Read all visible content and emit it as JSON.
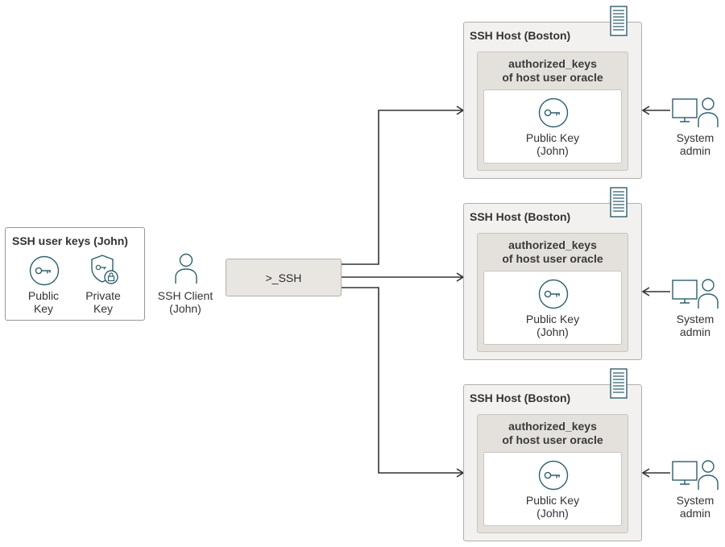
{
  "user_keys": {
    "title": "SSH user keys (John)",
    "public_key": [
      "Public",
      "Key"
    ],
    "private_key": [
      "Private",
      "Key"
    ]
  },
  "client": {
    "label": [
      "SSH Client",
      "(John)"
    ]
  },
  "ssh_command": {
    "label": ">_SSH"
  },
  "hosts": [
    {
      "title": "SSH Host (Boston)",
      "authorized_keys": [
        "authorized_keys",
        "of host user oracle"
      ],
      "public_key": [
        "Public Key",
        "(John)"
      ],
      "admin": [
        "System",
        "admin"
      ]
    },
    {
      "title": "SSH Host (Boston)",
      "authorized_keys": [
        "authorized_keys",
        "of host user oracle"
      ],
      "public_key": [
        "Public Key",
        "(John)"
      ],
      "admin": [
        "System",
        "admin"
      ]
    },
    {
      "title": "SSH Host (Boston)",
      "authorized_keys": [
        "authorized_keys",
        "of host user oracle"
      ],
      "public_key": [
        "Public Key",
        "(John)"
      ],
      "admin": [
        "System",
        "admin"
      ]
    }
  ],
  "colors": {
    "icon": "#2f5f6e",
    "line": "#333333",
    "host_bg": "#f2f1ef",
    "ak_bg": "#e4e1dc"
  }
}
